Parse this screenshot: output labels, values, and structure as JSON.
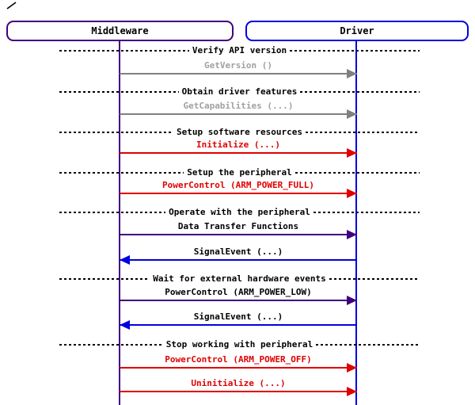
{
  "diagram_type": "sequence",
  "colors": {
    "middleware_accent": "#400080",
    "driver_accent": "#0000e0",
    "red": "#e00000",
    "gray_line": "#808080",
    "gray_text": "#a0a0a0",
    "separator": "#000000"
  },
  "actors": [
    {
      "label": "Middleware"
    },
    {
      "label": "Driver"
    }
  ],
  "separators": [
    {
      "text": "Verify API version"
    },
    {
      "text": "Obtain driver features"
    },
    {
      "text": "Setup software resources"
    },
    {
      "text": "Setup the peripheral"
    },
    {
      "text": "Operate with the peripheral"
    },
    {
      "text": "Wait for external hardware events"
    },
    {
      "text": "Stop working with peripheral"
    }
  ],
  "messages": [
    {
      "text": "GetVersion ()",
      "from": "Middleware",
      "to": "Driver",
      "style": "gray"
    },
    {
      "text": "GetCapabilities (...)",
      "from": "Middleware",
      "to": "Driver",
      "style": "gray"
    },
    {
      "text": "Initialize (...)",
      "from": "Middleware",
      "to": "Driver",
      "style": "red"
    },
    {
      "text": "PowerControl (ARM_POWER_FULL)",
      "from": "Middleware",
      "to": "Driver",
      "style": "red"
    },
    {
      "text": "Data Transfer Functions",
      "from": "Middleware",
      "to": "Driver",
      "style": "indigo"
    },
    {
      "text": "SignalEvent (...)",
      "from": "Driver",
      "to": "Middleware",
      "style": "blue"
    },
    {
      "text": "PowerControl (ARM_POWER_LOW)",
      "from": "Middleware",
      "to": "Driver",
      "style": "indigo"
    },
    {
      "text": "SignalEvent (...)",
      "from": "Driver",
      "to": "Middleware",
      "style": "blue"
    },
    {
      "text": "PowerControl (ARM_POWER_OFF)",
      "from": "Middleware",
      "to": "Driver",
      "style": "red"
    },
    {
      "text": "Uninitialize (...)",
      "from": "Middleware",
      "to": "Driver",
      "style": "red"
    }
  ]
}
